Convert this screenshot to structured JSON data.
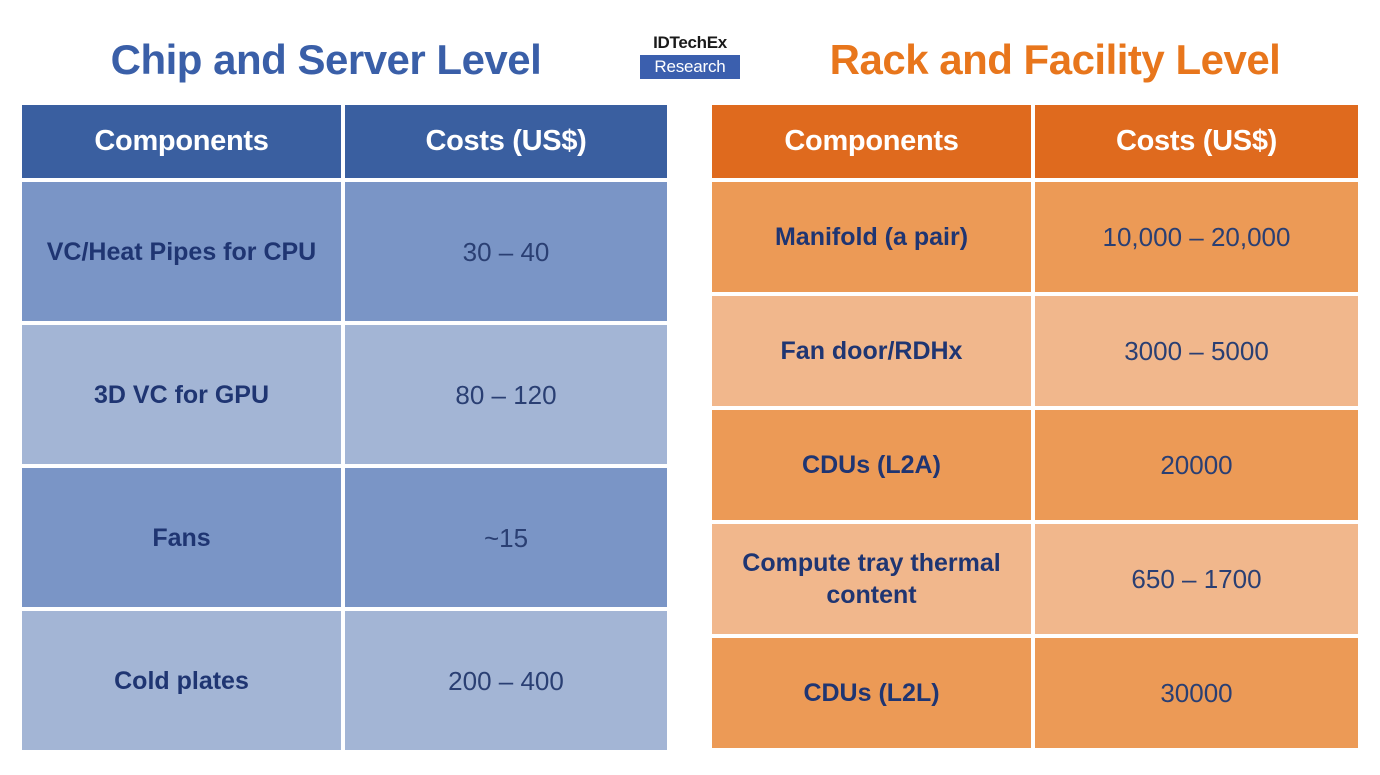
{
  "logo": {
    "word": "IDTechEx",
    "research": "Research",
    "badge_color": "#3B5FAE"
  },
  "left_panel": {
    "title": "Chip and Server Level",
    "accent_color": "#3A5FA8",
    "header_color": "#3A5FA0",
    "row_shade_a": "#7A95C6",
    "row_shade_b": "#A3B5D5",
    "columns": [
      "Components",
      "Costs (US$)"
    ],
    "rows": [
      {
        "component": "VC/Heat Pipes for CPU",
        "cost": "30 – 40"
      },
      {
        "component": "3D VC for GPU",
        "cost": "80 – 120"
      },
      {
        "component": "Fans",
        "cost": "~15"
      },
      {
        "component": "Cold plates",
        "cost": "200 – 400"
      }
    ]
  },
  "right_panel": {
    "title": "Rack and Facility Level",
    "accent_color": "#E8761C",
    "header_color": "#DF6A1E",
    "row_shade_a": "#EC9A56",
    "row_shade_b": "#F1B78C",
    "columns": [
      "Components",
      "Costs (US$)"
    ],
    "rows": [
      {
        "component": "Manifold (a pair)",
        "cost": "10,000 – 20,000"
      },
      {
        "component": "Fan door/RDHx",
        "cost": "3000 – 5000"
      },
      {
        "component": "CDUs (L2A)",
        "cost": "20000"
      },
      {
        "component": "Compute tray thermal content",
        "cost": "650 – 1700"
      },
      {
        "component": "CDUs (L2L)",
        "cost": "30000"
      }
    ]
  }
}
